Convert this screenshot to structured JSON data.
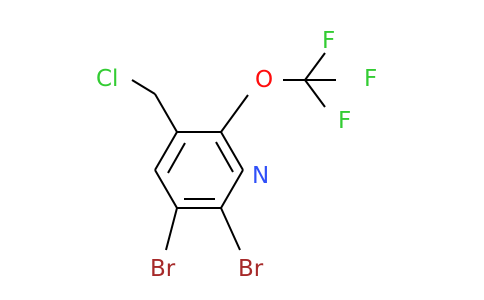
{
  "molecule": {
    "atoms": {
      "cl": {
        "label": "Cl",
        "color": "#33cc33"
      },
      "o": {
        "label": "O",
        "color": "#ff0d0d"
      },
      "f1": {
        "label": "F",
        "color": "#33cc33"
      },
      "f2": {
        "label": "F",
        "color": "#33cc33"
      },
      "f3": {
        "label": "F",
        "color": "#33cc33"
      },
      "n": {
        "label": "N",
        "color": "#3050f8"
      },
      "br1": {
        "label": "Br",
        "color": "#a62929"
      },
      "br2": {
        "label": "Br",
        "color": "#a62929"
      }
    },
    "bond_color": "#000000"
  }
}
